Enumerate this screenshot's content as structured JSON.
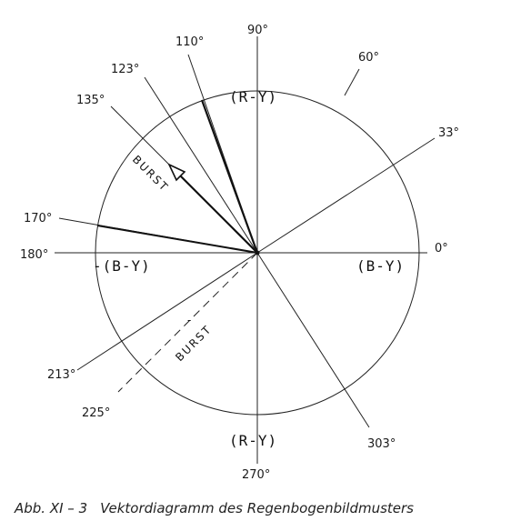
{
  "diagram": {
    "angle_labels": {
      "a0": "0°",
      "a33": "33°",
      "a60": "60°",
      "a90": "90°",
      "a110": "110°",
      "a123": "123°",
      "a135": "135°",
      "a170": "170°",
      "a180": "180°",
      "a213": "213°",
      "a225": "225°",
      "a270": "270°",
      "a303": "303°"
    },
    "axis_labels": {
      "ry_top": "(R-Y)",
      "ry_bottom": "(R-Y)",
      "by_right": "(B-Y)",
      "by_left": "-(B-Y)"
    },
    "burst_label": "BURST",
    "burst_neg_label": "BURST",
    "burst_neg_sign": "-",
    "vector_angles_deg": [
      0,
      33,
      60,
      90,
      110,
      123,
      135,
      170,
      180,
      213,
      225,
      270,
      303
    ]
  },
  "caption": {
    "number": "Abb. XI – 3",
    "text": "Vektordiagramm des Regenbogenbildmusters"
  }
}
